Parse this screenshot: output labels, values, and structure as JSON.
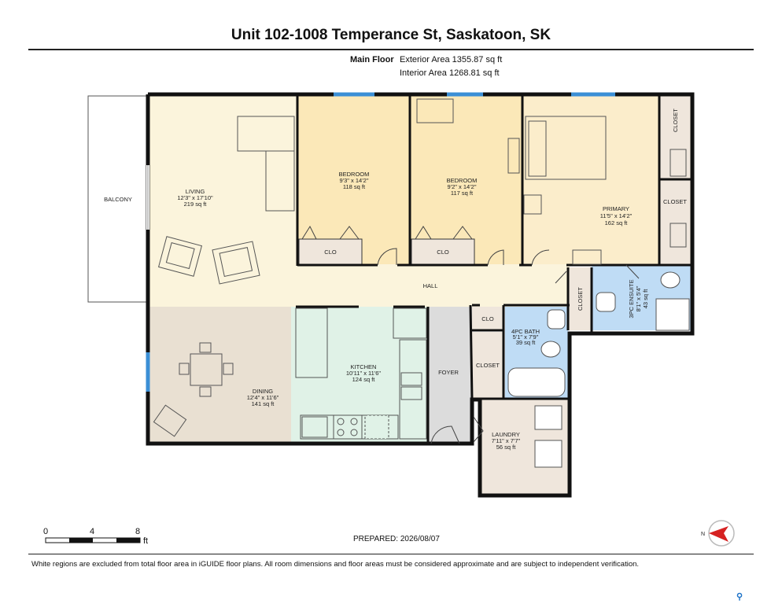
{
  "title": "Unit 102-1008 Temperance St, Saskatoon, SK",
  "floor": {
    "name": "Main Floor",
    "exterior_area": "Exterior Area 1355.87 sq ft",
    "interior_area": "Interior Area 1268.81 sq ft"
  },
  "rooms": {
    "balcony": {
      "name": "BALCONY"
    },
    "living": {
      "name": "LIVING",
      "dims": "12'3\" x 17'10\"",
      "area": "219 sq ft"
    },
    "bedroom1": {
      "name": "BEDROOM",
      "dims": "9'3\" x 14'2\"",
      "area": "118 sq ft"
    },
    "bedroom2": {
      "name": "BEDROOM",
      "dims": "9'2\" x 14'2\"",
      "area": "117 sq ft"
    },
    "primary": {
      "name": "PRIMARY",
      "dims": "11'5\" x 14'2\"",
      "area": "162 sq ft"
    },
    "hall": {
      "name": "HALL"
    },
    "ensuite": {
      "name": "3PC ENSUITE",
      "dims": "8'1\" x 5'4\"",
      "area": "43 sq ft"
    },
    "bath": {
      "name": "4PC BATH",
      "dims": "5'1\" x 7'9\"",
      "area": "39 sq ft"
    },
    "kitchen": {
      "name": "KITCHEN",
      "dims": "10'11\" x 11'6\"",
      "area": "124 sq ft"
    },
    "dining": {
      "name": "DINING",
      "dims": "12'4\" x 11'6\"",
      "area": "141 sq ft"
    },
    "foyer": {
      "name": "FOYER"
    },
    "laundry": {
      "name": "LAUNDRY",
      "dims": "7'11\" x 7'7\"",
      "area": "56 sq ft"
    }
  },
  "closets": {
    "clo_bed1": "CLO",
    "clo_bed2": "CLO",
    "closet_primary_top": "CLOSET",
    "closet_primary_mid": "CLOSET",
    "closet_hall": "CLOSET",
    "clo_bath": "CLO",
    "closet_foyer": "CLOSET"
  },
  "scale": {
    "ticks": [
      "0",
      "4",
      "8"
    ],
    "unit": "ft"
  },
  "compass_letter": "N",
  "prepared": "PREPARED: 2026/08/07",
  "disclaimer": "White regions are excluded from total floor area in iGUIDE floor plans. All room dimensions and floor areas must be considered approximate and are subject to independent verification.",
  "colors": {
    "living": "#fbf4dc",
    "bedroom": "#fbe8b8",
    "primary": "#fbedcb",
    "bath": "#bfdcf5",
    "kitchen": "#e0f2e7",
    "dining": "#e9e0d2",
    "utility": "#efe6dc",
    "foyer": "#dcdcdc",
    "wall": "#111111",
    "window": "#3b8fd6"
  }
}
